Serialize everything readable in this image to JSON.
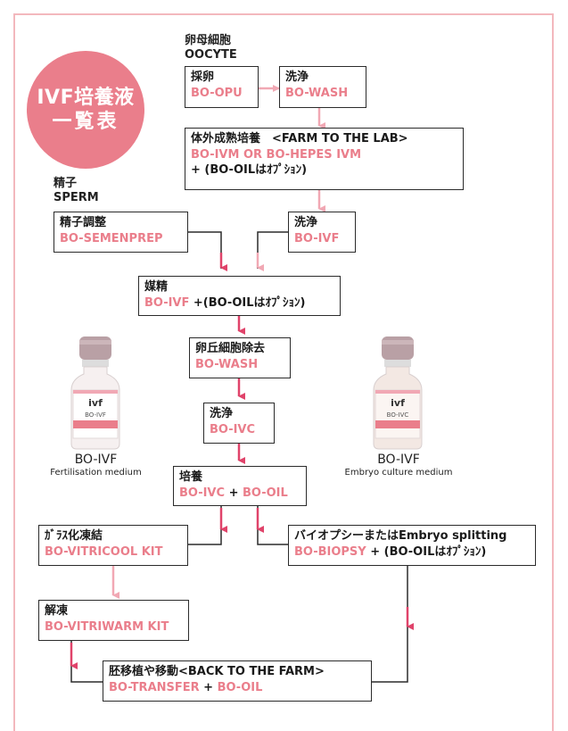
{
  "badge": {
    "line1": "IVF培養液",
    "line2": "一覧表"
  },
  "oocyte_label": {
    "jp": "卵母細胞",
    "en": "OOCYTE"
  },
  "sperm_label": {
    "jp": "精子",
    "en": "SPERM"
  },
  "boxes": {
    "opu": {
      "jp": "採卵",
      "code": "BO-OPU"
    },
    "wash1": {
      "jp": "洗浄",
      "code": "BO-WASH"
    },
    "ivm": {
      "jp": "体外成熟培養　<FARM TO THE LAB>",
      "code": "BO-IVM OR BO-HEPES IVM",
      "extra": "+ (BO-OILはｵﾌﾟｼｮﾝ)"
    },
    "semenprep": {
      "jp": "精子調整",
      "code": "BO-SEMENPREP"
    },
    "wash_ivf": {
      "jp": "洗浄",
      "code": "BO-IVF"
    },
    "insem": {
      "jp": "媒精",
      "code": "BO-IVF",
      "extra": " +(BO-OILはｵﾌﾟｼｮﾝ)"
    },
    "denude": {
      "jp": "卵丘細胞除去",
      "code": "BO-WASH"
    },
    "wash_ivc": {
      "jp": "洗浄",
      "code": "BO-IVC"
    },
    "culture": {
      "jp": "培養",
      "code1": "BO-IVC",
      "plus": " + ",
      "code2": "BO-OIL"
    },
    "vitri": {
      "jp": "ｶﾞﾗｽ化凍結",
      "code": "BO-VITRICOOL KIT"
    },
    "biopsy": {
      "jp": "バイオプシーまたはEmbryo splitting",
      "code": "BO-BIOPSY",
      "extra": " + (BO-OILはｵﾌﾟｼｮﾝ)"
    },
    "thaw": {
      "jp": "解凍",
      "code": "BO-VITRIWARM KIT"
    },
    "transfer": {
      "jp": "胚移植や移動<BACK TO THE FARM>",
      "code1": "BO-TRANSFER",
      "plus": " + ",
      "code2": "BO-OIL"
    }
  },
  "products": [
    {
      "brand": "ivf",
      "label": "BO-IVF",
      "name": "BO-IVF",
      "desc": "Fertilisation medium"
    },
    {
      "brand": "ivf",
      "label": "BO-IVC",
      "name": "BO-IVF",
      "desc": "Embryo culture medium"
    }
  ],
  "colors": {
    "accent": "#ea7e8b",
    "arrow": "#e0436a",
    "arrow_light": "#f1a8b4",
    "frame": "#f3b8bd"
  }
}
